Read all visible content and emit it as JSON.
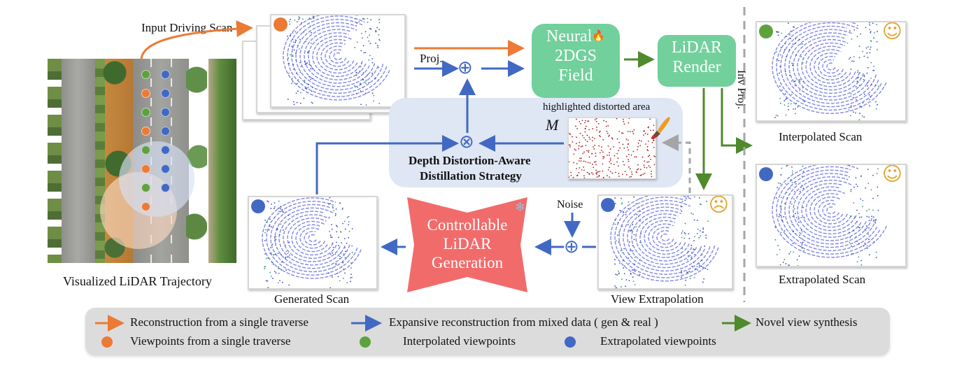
{
  "colors": {
    "orange": "#ec7a35",
    "blue": "#4169c4",
    "green": "#4f8a2c",
    "module_green": "#72d09c",
    "generator_red": "#f26b6b",
    "panel_blue": "#dfe6f4",
    "legend_gray": "#dcdcdc",
    "face_yellow": "#e1a530",
    "mask_red": "#b21d1d"
  },
  "trajectory": {
    "caption": "Visualized LiDAR Trajectory",
    "input_label": "Input Driving Scan",
    "viewpoints": [
      {
        "row": 0,
        "left": "green",
        "right": "blue"
      },
      {
        "row": 1,
        "left": "orange",
        "right": "blue"
      },
      {
        "row": 2,
        "left": "green",
        "right": "blue"
      },
      {
        "row": 3,
        "left": "orange",
        "right": "blue"
      },
      {
        "row": 4,
        "left": "green",
        "right": "blue"
      },
      {
        "row": 5,
        "left": "orange",
        "right": "blue"
      },
      {
        "row": 6,
        "left": "green",
        "right": "blue"
      },
      {
        "row": 7,
        "left": "orange",
        "right": null
      }
    ]
  },
  "flow": {
    "proj_label": "Proj.",
    "oplus_symbol": "⊕",
    "otimes_symbol": "⊗",
    "neural_field": {
      "line1": "Neural",
      "line2": "2DGS",
      "line3": "Field",
      "badge_icon": "🔥"
    },
    "lidar_render": {
      "line1": "LiDAR",
      "line2": "Render"
    },
    "inv_proj_label": "Inv Proj.",
    "noise_label": "Noise",
    "generator": {
      "line1": "Controllable",
      "line2": "LiDAR",
      "line3": "Generation",
      "badge_icon": "❄"
    }
  },
  "distillation": {
    "title_line1": "Depth Distortion-Aware",
    "title_line2": "Distillation Strategy",
    "mask_symbol": "M",
    "mask_caption": "highlighted distorted area"
  },
  "scans": {
    "input": {
      "viewpoint": "orange"
    },
    "interpolated": {
      "caption": "Interpolated Scan",
      "viewpoint": "green",
      "face": "☺"
    },
    "extrapolated": {
      "caption": "Extrapolated Scan",
      "viewpoint": "blue",
      "face": "☺"
    },
    "view_extrapolation": {
      "caption": "View Extrapolation",
      "viewpoint": "blue",
      "face": "☹"
    },
    "generated": {
      "caption": "Generated Scan",
      "viewpoint": "blue"
    }
  },
  "legend": {
    "row1": [
      {
        "type": "arrow",
        "color": "orange",
        "label": "Reconstruction from a single traverse"
      },
      {
        "type": "arrow",
        "color": "blue",
        "label": "Expansive reconstruction from mixed data ( gen & real )"
      },
      {
        "type": "arrow",
        "color": "green",
        "label": "Novel view synthesis"
      }
    ],
    "row2": [
      {
        "type": "dot",
        "color": "orange",
        "label": "Viewpoints from a single traverse"
      },
      {
        "type": "dot",
        "color": "green",
        "label": "Interpolated viewpoints"
      },
      {
        "type": "dot",
        "color": "blue",
        "label": "Extrapolated viewpoints"
      }
    ]
  }
}
